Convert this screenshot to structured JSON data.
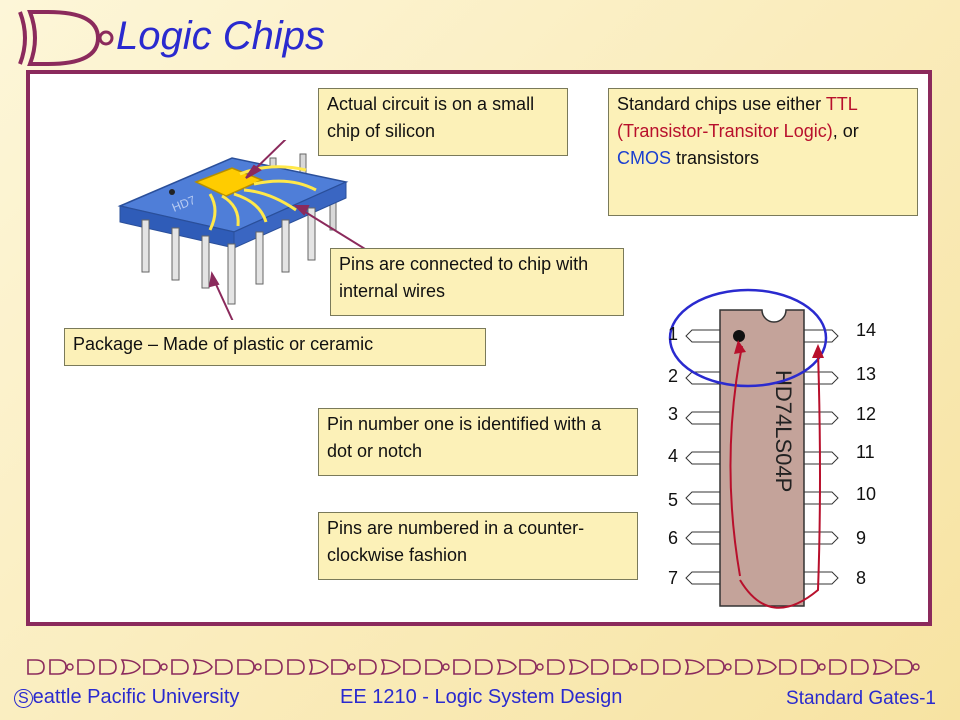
{
  "slide": {
    "title": "Logic Chips",
    "callouts": {
      "silicon": "Actual circuit is on a small chip of silicon",
      "wires": "Pins are connected to chip with internal wires",
      "package": "Package – Made of plastic or ceramic",
      "pin_one": "Pin number one is identified with a dot or notch",
      "ccw": "Pins are numbered in a counter-clockwise fashion",
      "std_prefix": "Standard chips use either ",
      "std_ttl": "TTL (Transistor-Transitor Logic)",
      "std_mid": ", or ",
      "std_cmos": "CMOS",
      "std_suffix": " transistors"
    },
    "chip_label": "HD74LS04P",
    "chip_3d_label": "HD7",
    "left_pins": [
      "1",
      "2",
      "3",
      "4",
      "5",
      "6",
      "7"
    ],
    "right_pins": [
      "14",
      "13",
      "12",
      "11",
      "10",
      "9",
      "8"
    ]
  },
  "footer": {
    "university_initial": "S",
    "university": "eattle  Pacific University",
    "course": "EE 1210 - Logic System Design",
    "slide_ref": "Standard Gates-1"
  },
  "colors": {
    "title": "#2a2acf",
    "frame": "#8b2a5c",
    "callout_bg": "#fcf1b8",
    "ttl": "#b8102c",
    "cmos": "#1a3fd0",
    "chip_body": "#c4a39a",
    "package_blue": "#5a8ae0",
    "silicon": "#ffcc00"
  }
}
